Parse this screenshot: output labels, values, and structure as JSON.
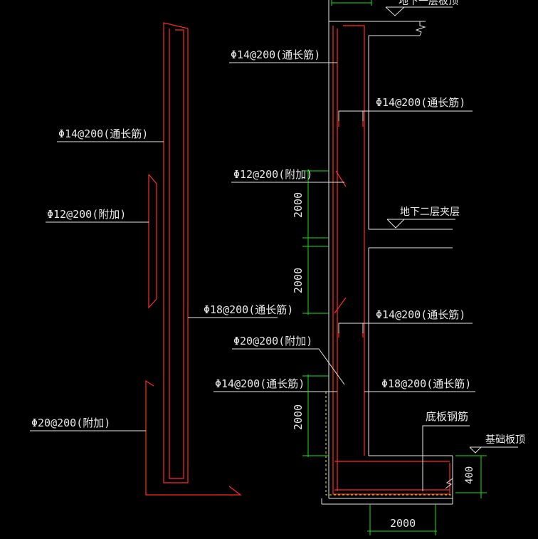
{
  "detail_labels": {
    "left_through_14": "Φ14@200(通长筋)",
    "left_add_12": "Φ12@200(附加)",
    "left_through_18": "Φ18@200(通长筋)",
    "left_add_20": "Φ20@200(附加)"
  },
  "wall_labels": {
    "top_through_14": "Φ14@200(通长筋)",
    "upper_right_14": "Φ14@200(通长筋)",
    "add_12": "Φ12@200(附加)",
    "mid_right_14": "Φ14@200(通长筋)",
    "add_20": "Φ20@200(附加)",
    "lower_left_14": "Φ14@200(通长筋)",
    "lower_right_18": "Φ18@200(通长筋)",
    "top_level": "地下一层板顶",
    "mezzanine_level": "地下二层夹层",
    "base_rebar": "底板钢筋",
    "foundation_top": "基础板顶",
    "slab_thickness": "400"
  },
  "dimensions": {
    "dim_upper": "2000",
    "dim_middle": "2000",
    "dim_lower": "2000",
    "dim_bottom": "2000"
  },
  "colors": {
    "background": "#000000",
    "outline": "#e6e6e6",
    "rebar": "#ff2a2a",
    "dimension": "#18e018",
    "hidden": "#e8e800"
  }
}
